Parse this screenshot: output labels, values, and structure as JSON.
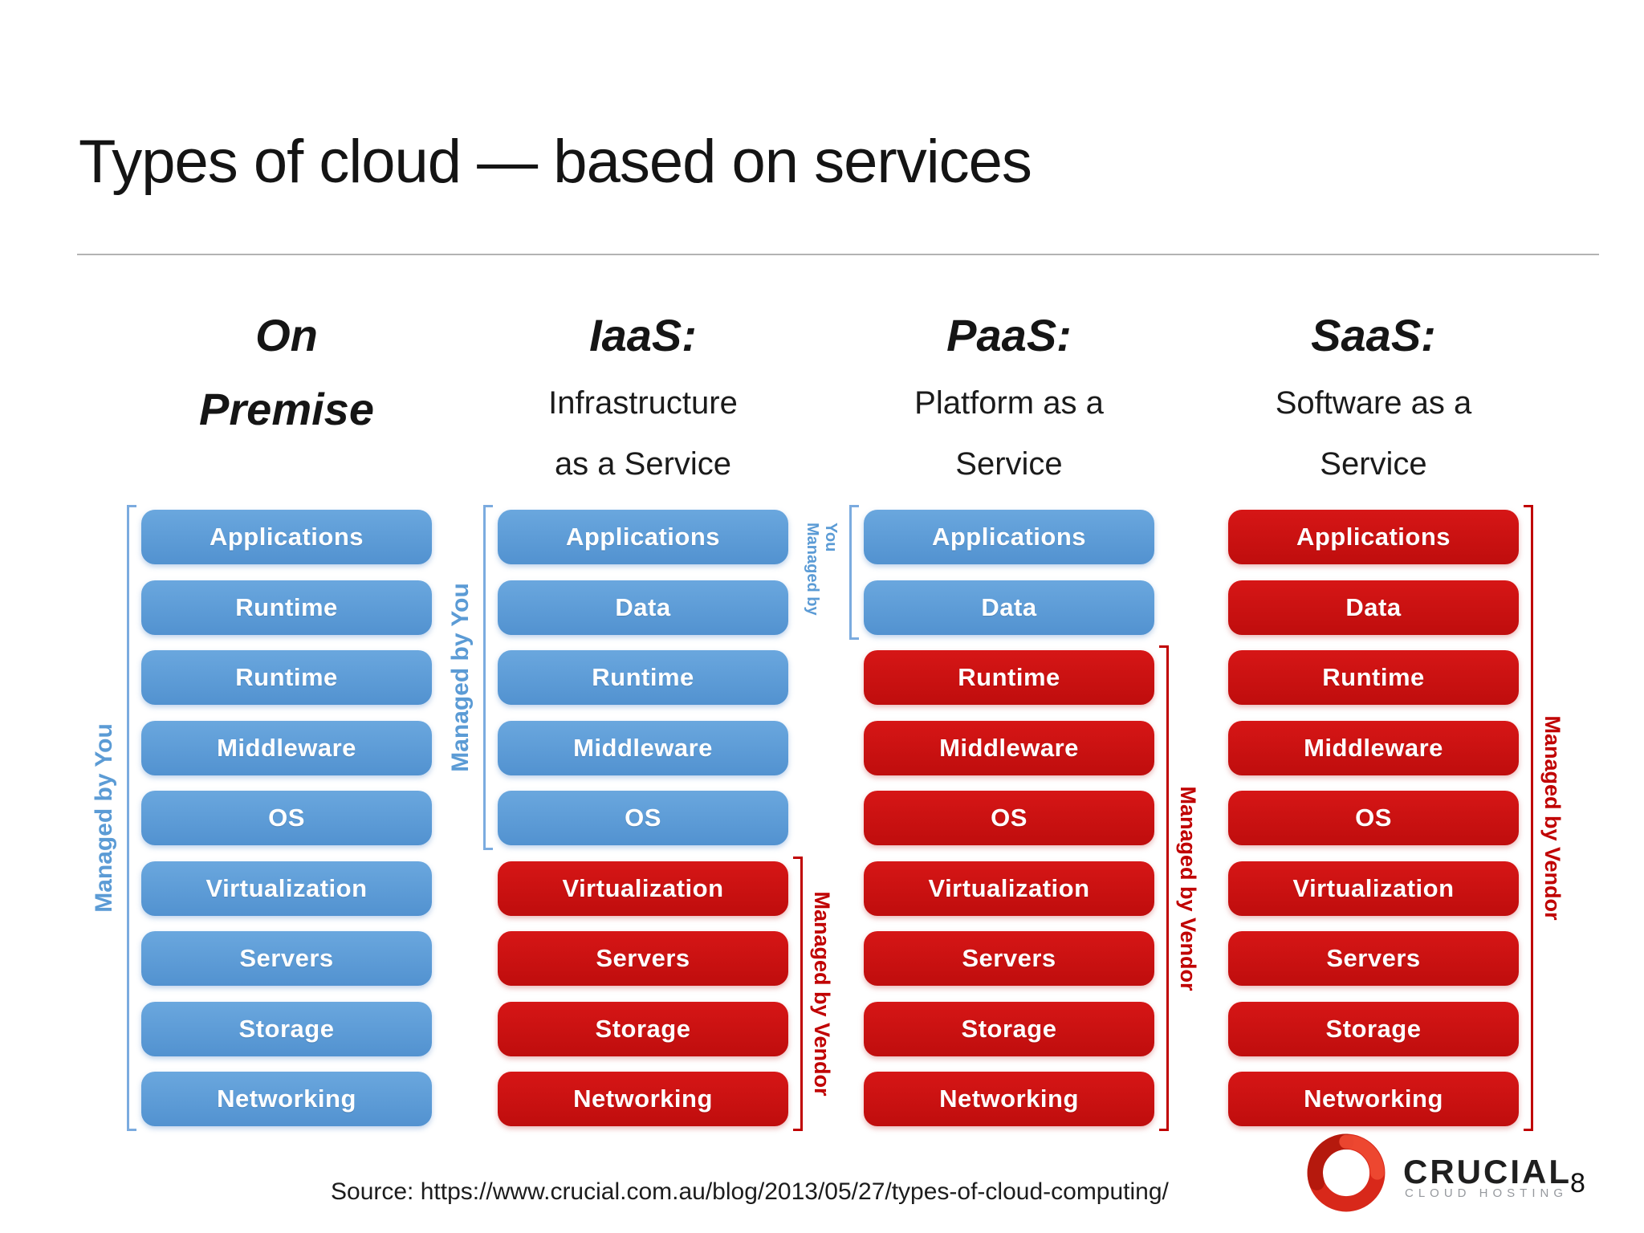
{
  "title": "Types of cloud — based on services",
  "source_line": "Source: https://www.crucial.com.au/blog/2013/05/27/types-of-cloud-computing/",
  "page_number": "8",
  "logo": {
    "brand": "CRUCIAL",
    "tagline": "CLOUD HOSTING"
  },
  "colors": {
    "blue": "#5b9bd5",
    "red": "#c51111",
    "blue_label": "#5b9bd5",
    "red_label": "#c00000",
    "box_text": "#ffffff"
  },
  "columns": [
    {
      "id": "on-premise",
      "heading_lines": [
        "On",
        "Premise"
      ],
      "sub_lines": [],
      "boxes": [
        {
          "label": "Applications",
          "color": "blue"
        },
        {
          "label": "Runtime",
          "color": "blue"
        },
        {
          "label": "Runtime",
          "color": "blue"
        },
        {
          "label": "Middleware",
          "color": "blue"
        },
        {
          "label": "OS",
          "color": "blue"
        },
        {
          "label": "Virtualization",
          "color": "blue"
        },
        {
          "label": "Servers",
          "color": "blue"
        },
        {
          "label": "Storage",
          "color": "blue"
        },
        {
          "label": "Networking",
          "color": "blue"
        }
      ],
      "spans": [
        {
          "label": "Managed by You",
          "side": "left",
          "rows": [
            0,
            8
          ],
          "color": "blue",
          "small": false
        }
      ]
    },
    {
      "id": "iaas",
      "heading_lines": [
        "IaaS:"
      ],
      "sub_lines": [
        "Infrastructure",
        "as a Service"
      ],
      "boxes": [
        {
          "label": "Applications",
          "color": "blue"
        },
        {
          "label": "Data",
          "color": "blue"
        },
        {
          "label": "Runtime",
          "color": "blue"
        },
        {
          "label": "Middleware",
          "color": "blue"
        },
        {
          "label": "OS",
          "color": "blue"
        },
        {
          "label": "Virtualization",
          "color": "red"
        },
        {
          "label": "Servers",
          "color": "red"
        },
        {
          "label": "Storage",
          "color": "red"
        },
        {
          "label": "Networking",
          "color": "red"
        }
      ],
      "spans": [
        {
          "label": "Managed by You",
          "side": "left",
          "rows": [
            0,
            4
          ],
          "color": "blue",
          "small": false
        },
        {
          "label": "Managed by Vendor",
          "side": "right",
          "rows": [
            5,
            8
          ],
          "color": "red",
          "small": false
        }
      ]
    },
    {
      "id": "paas",
      "heading_lines": [
        "PaaS:"
      ],
      "sub_lines": [
        "Platform as a",
        "Service"
      ],
      "boxes": [
        {
          "label": "Applications",
          "color": "blue"
        },
        {
          "label": "Data",
          "color": "blue"
        },
        {
          "label": "Runtime",
          "color": "red"
        },
        {
          "label": "Middleware",
          "color": "red"
        },
        {
          "label": "OS",
          "color": "red"
        },
        {
          "label": "Virtualization",
          "color": "red"
        },
        {
          "label": "Servers",
          "color": "red"
        },
        {
          "label": "Storage",
          "color": "red"
        },
        {
          "label": "Networking",
          "color": "red"
        }
      ],
      "spans": [
        {
          "label": "Managed by You",
          "side": "left",
          "rows": [
            0,
            1
          ],
          "color": "blue",
          "small": true
        },
        {
          "label": "Managed by Vendor",
          "side": "right",
          "rows": [
            2,
            8
          ],
          "color": "red",
          "small": false
        }
      ]
    },
    {
      "id": "saas",
      "heading_lines": [
        "SaaS:"
      ],
      "sub_lines": [
        "Software as a",
        "Service"
      ],
      "boxes": [
        {
          "label": "Applications",
          "color": "red"
        },
        {
          "label": "Data",
          "color": "red"
        },
        {
          "label": "Runtime",
          "color": "red"
        },
        {
          "label": "Middleware",
          "color": "red"
        },
        {
          "label": "OS",
          "color": "red"
        },
        {
          "label": "Virtualization",
          "color": "red"
        },
        {
          "label": "Servers",
          "color": "red"
        },
        {
          "label": "Storage",
          "color": "red"
        },
        {
          "label": "Networking",
          "color": "red"
        }
      ],
      "spans": [
        {
          "label": "Managed by Vendor",
          "side": "right",
          "rows": [
            0,
            8
          ],
          "color": "red",
          "small": false
        }
      ]
    }
  ]
}
